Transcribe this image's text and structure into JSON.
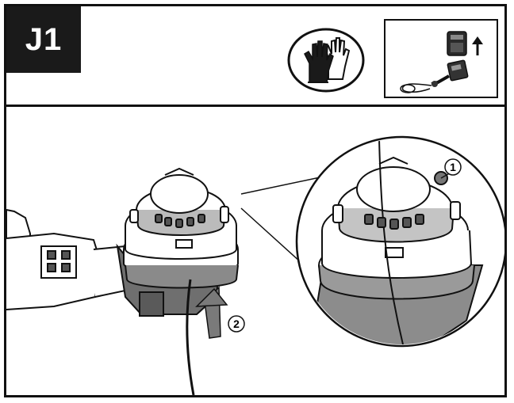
{
  "step": {
    "label": "J1"
  },
  "callouts": [
    {
      "id": "callout-1",
      "number": "1"
    },
    {
      "id": "callout-2",
      "number": "2"
    }
  ],
  "icons": {
    "gloves": "gloves-icon",
    "battery_removal": "battery-removal-icon",
    "trimmer_head": "trimmer-head-illustration",
    "magnified_view": "magnified-spool-icon",
    "push_arrow": "up-arrow-icon"
  },
  "colors": {
    "ink": "#111111",
    "paper": "#ffffff",
    "shade": "#8a8a8a"
  }
}
